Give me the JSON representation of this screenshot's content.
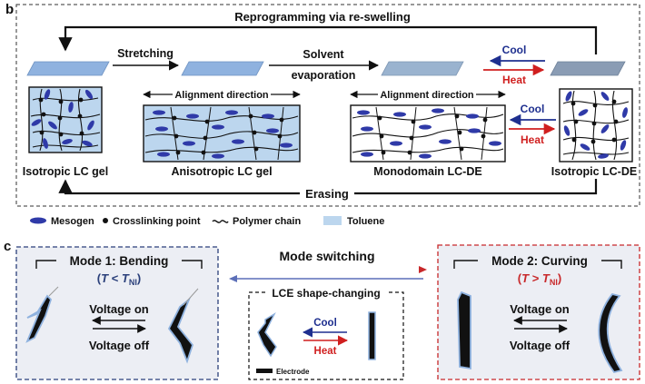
{
  "panel_b": {
    "label": "b",
    "top_arrow_label": "Reprogramming via re-swelling",
    "stretching_label": "Stretching",
    "solvent_label_1": "Solvent",
    "solvent_label_2": "evaporation",
    "cool_label": "Cool",
    "heat_label": "Heat",
    "alignment_label": "Alignment direction",
    "states": [
      "Isotropic LC gel",
      "Anisotropic LC gel",
      "Monodomain LC-DE",
      "Isotropic LC-DE"
    ],
    "erasing_label": "Erasing"
  },
  "legend": {
    "mesogen": "Mesogen",
    "crosslink": "Crosslinking point",
    "polymer": "Polymer chain",
    "toluene": "Toluene"
  },
  "panel_c": {
    "label": "c",
    "mode_switching": "Mode switching",
    "mode1_title": "Mode 1: Bending",
    "mode2_title": "Mode 2: Curving",
    "t_symbol": "T",
    "mode1_op": " < ",
    "mode2_op": " > ",
    "t_sub": "NI",
    "voltage_on": "Voltage on",
    "voltage_off": "Voltage off",
    "center_title": "LCE shape-changing",
    "cool_label": "Cool",
    "heat_label": "Heat",
    "electrode_label": "Electrode"
  },
  "colors": {
    "mesogen": "#2f3aa8",
    "gel_fill": "#bcd6ee",
    "strip_light": "#8fb2df",
    "strip_mid": "#9ab3cf",
    "strip_dark": "#8a9cb4",
    "cool": "#1e2f8f",
    "heat": "#d01f1f",
    "mode1_border": "#2a3f7a",
    "mode2_border": "#c8282a",
    "panel_bg": "#eceef4"
  }
}
